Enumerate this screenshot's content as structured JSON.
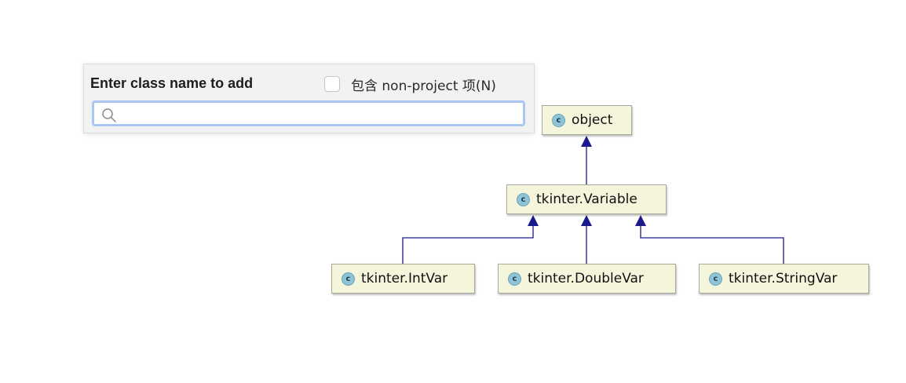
{
  "popup": {
    "title": "Enter class name to add",
    "include_non_project": {
      "label": "包含 non-project 项(N)",
      "checked": false
    },
    "search": {
      "value": "",
      "placeholder": "",
      "icon": "search-icon"
    }
  },
  "diagram": {
    "type": "uml-class-hierarchy",
    "colors": {
      "node_fill": "#f5f5dc",
      "node_border": "#a8a89a",
      "edge": "#1a1a8c",
      "class_badge": "#8fc3d6"
    },
    "badge_letter": "c",
    "nodes": [
      {
        "id": "object",
        "label": "object"
      },
      {
        "id": "variable",
        "label": "tkinter.Variable"
      },
      {
        "id": "intvar",
        "label": "tkinter.IntVar"
      },
      {
        "id": "doublevar",
        "label": "tkinter.DoubleVar"
      },
      {
        "id": "stringvar",
        "label": "tkinter.StringVar"
      }
    ],
    "edges": [
      {
        "from": "variable",
        "to": "object",
        "kind": "inherits"
      },
      {
        "from": "intvar",
        "to": "variable",
        "kind": "inherits"
      },
      {
        "from": "doublevar",
        "to": "variable",
        "kind": "inherits"
      },
      {
        "from": "stringvar",
        "to": "variable",
        "kind": "inherits"
      }
    ]
  }
}
